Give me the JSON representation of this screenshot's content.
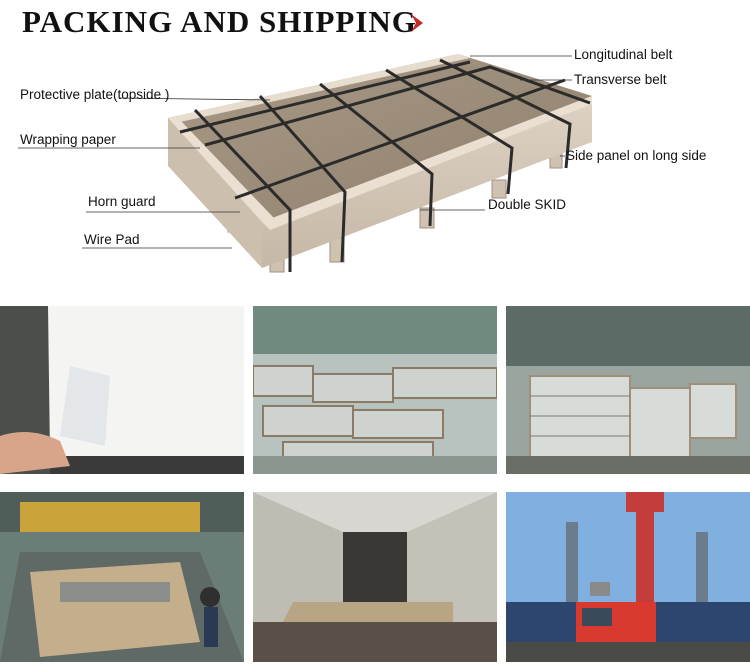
{
  "header": {
    "title": "PACKING AND SHIPPING",
    "chevron_icon": "chevron-right-icon",
    "accent_color": "#c62828"
  },
  "diagram": {
    "labels": {
      "longitudinal_belt": "Longitudinal belt",
      "transverse_belt": "Transverse belt",
      "protective_plate": "Protective plate(topside )",
      "wrapping_paper": "Wrapping paper",
      "side_panel": "Side panel on long side",
      "horn_guard": "Horn guard",
      "double_skid": "Double SKID",
      "wire_pad": "Wire Pad"
    }
  },
  "photos": [
    {
      "subject": "white-coated-sheet-with-film"
    },
    {
      "subject": "warehouse-stacked-sheets"
    },
    {
      "subject": "yard-stacked-sheets"
    },
    {
      "subject": "factory-wrapping-line"
    },
    {
      "subject": "container-loaded"
    },
    {
      "subject": "port-crane-truck"
    }
  ]
}
